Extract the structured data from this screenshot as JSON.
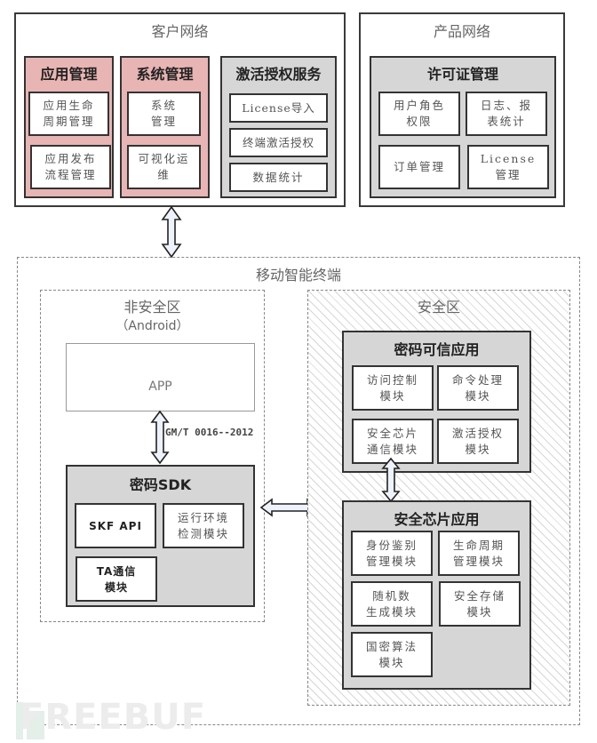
{
  "customer_network": {
    "title": "客户网络",
    "groups": [
      {
        "title": "应用管理",
        "modules": [
          "应用生命\n周期管理",
          "应用发布\n流程管理"
        ]
      },
      {
        "title": "系统管理",
        "modules": [
          "系统\n管理",
          "可视化运\n维"
        ]
      },
      {
        "title": "激活授权服务",
        "modules": [
          "License导入",
          "终端激活授权",
          "数据统计"
        ]
      }
    ]
  },
  "product_network": {
    "title": "产品网络",
    "group": {
      "title": "许可证管理",
      "modules": [
        "用户角色\n权限",
        "日志、报\n表统计",
        "订单管理",
        "License\n管理"
      ]
    }
  },
  "mobile_terminal": {
    "title": "移动智能终端",
    "non_secure_zone": {
      "title": "非安全区",
      "subtitle": "（Android）",
      "app_label": "APP",
      "interface_label": "GM/T 0016--2012",
      "sdk": {
        "title": "密码SDK",
        "modules": [
          "SKF API",
          "运行环境\n检测模块",
          "TA通信\n模块"
        ]
      }
    },
    "secure_zone": {
      "title": "安全区",
      "trusted_app": {
        "title": "密码可信应用",
        "modules": [
          "访问控制\n模块",
          "命令处理\n模块",
          "安全芯片\n通信模块",
          "激活授权\n模块"
        ]
      },
      "chip_app": {
        "title": "安全芯片应用",
        "modules": [
          "身份鉴别\n管理模块",
          "生命周期\n管理模块",
          "随机数\n生成模块",
          "安全存储\n模块",
          "国密算法\n模块"
        ]
      }
    }
  },
  "watermark": "FREEBUF",
  "colors": {
    "pink_group": "#e8b4b4",
    "gray_group": "#d6d6d6",
    "border": "#333333"
  }
}
